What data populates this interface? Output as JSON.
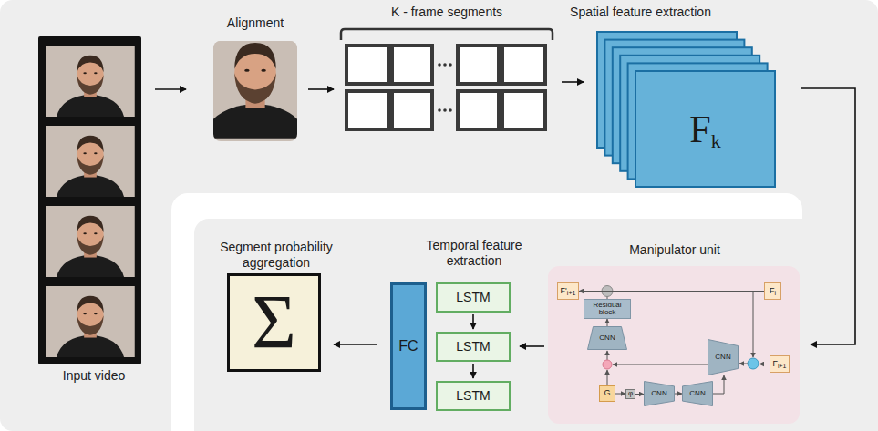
{
  "diagram": {
    "nodes": [
      {
        "text": [
          "Input video"
        ]
      },
      {
        "text": [
          "Alignment"
        ]
      },
      {
        "text": [
          "K - frame segments"
        ]
      },
      {
        "text": [
          "Spatial feature extraction",
          "F",
          "k"
        ]
      },
      {
        "text": [
          "Segment probability aggregation",
          "Σ"
        ]
      },
      {
        "text": [
          "FC"
        ]
      },
      {
        "text": [
          "LSTM"
        ]
      },
      {
        "text": [
          "LSTM"
        ]
      },
      {
        "text": [
          "LSTM"
        ]
      },
      {
        "text": [
          "Manipulator unit"
        ]
      },
      {
        "text": [
          "F'",
          "i+1"
        ],
        "in": 9
      },
      {
        "text": [
          "F",
          "i"
        ],
        "in": 9
      },
      {
        "text": [
          "Residual block"
        ],
        "in": 9
      },
      {
        "text": [
          "CNN"
        ],
        "in": 9
      },
      {
        "text": [
          "CNN"
        ],
        "in": 9
      },
      {
        "text": [
          "F",
          "i+1"
        ],
        "in": 9
      },
      {
        "text": [
          "G"
        ],
        "in": 9
      },
      {
        "text": [
          "φ"
        ],
        "in": 9
      },
      {
        "text": [
          "CNN"
        ],
        "in": 9
      },
      {
        "text": [
          "CNN"
        ],
        "in": 9
      }
    ],
    "edges": [
      {
        "from": 0,
        "to": 1,
        "arrow": "to"
      },
      {
        "from": 1,
        "to": 2,
        "arrow": "to"
      },
      {
        "from": 2,
        "to": 3,
        "arrow": "to"
      },
      {
        "from": 3,
        "to": 9,
        "arrow": "to"
      },
      {
        "from": 9,
        "to": 7,
        "arrow": "to"
      },
      {
        "from": 6,
        "to": 7,
        "arrow": "to"
      },
      {
        "from": 7,
        "to": 8,
        "arrow": "to"
      },
      {
        "from": 5,
        "to": 4,
        "arrow": "to"
      },
      {
        "from": 11,
        "to": 10,
        "arrow": "to"
      },
      {
        "from": 13,
        "to": 12,
        "arrow": "to"
      },
      {
        "from": 16,
        "to": 17,
        "arrow": "to"
      },
      {
        "from": 17,
        "to": 18,
        "arrow": "to"
      },
      {
        "from": 18,
        "to": 19,
        "arrow": "to"
      },
      {
        "from": 19,
        "to": 14,
        "arrow": "to"
      }
    ],
    "labels": [
      "Temporal feature extraction"
    ]
  }
}
